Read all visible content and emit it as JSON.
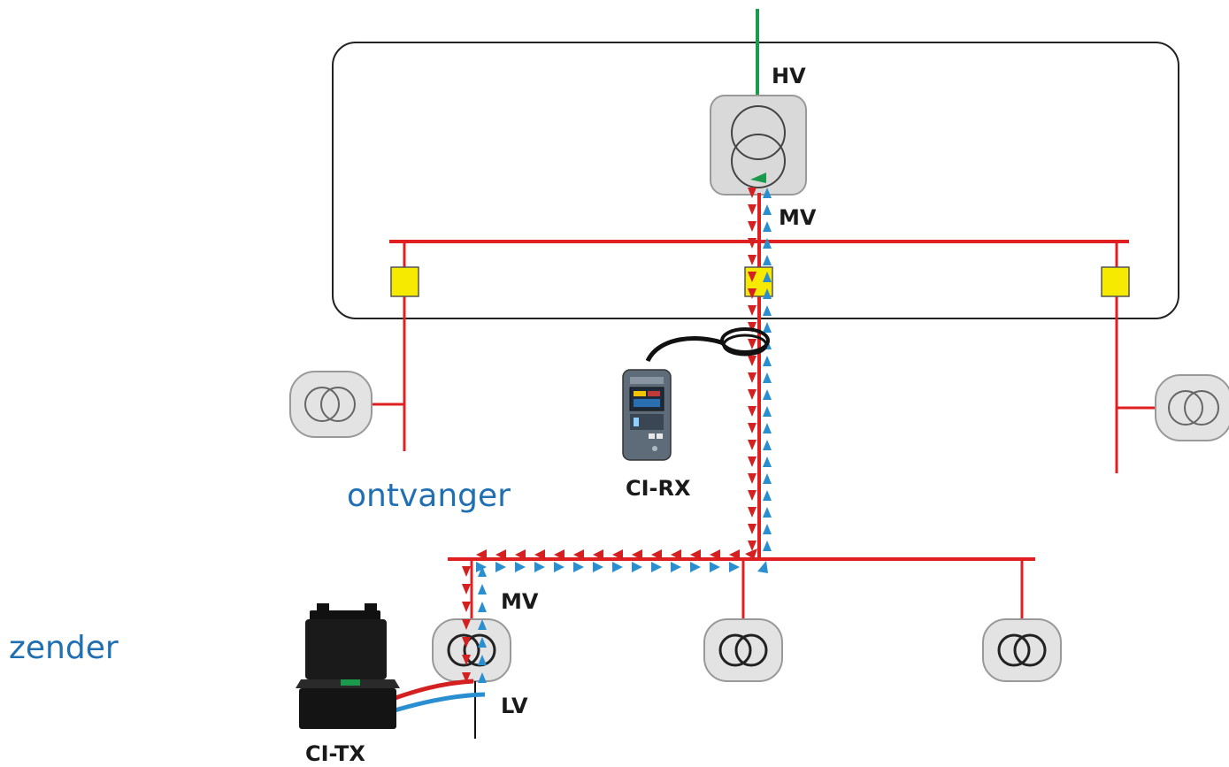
{
  "labels": {
    "hv": "HV",
    "mv_top": "MV",
    "mv_bottom": "MV",
    "lv": "LV",
    "ci_rx": "CI-RX",
    "ci_tx": "CI-TX",
    "receiver": "ontvanger",
    "transmitter": "zender"
  },
  "colors": {
    "mv_line": "#e02020",
    "hv_line": "#1a9a4a",
    "signal_red": "#d42020",
    "signal_blue": "#2a8fd0",
    "switch_yellow": "#f5ea00",
    "transformer_fill": "#d9d9d9",
    "label_blue": "#1f6fb2"
  },
  "icons": {
    "transformer": "transformer-icon",
    "receiver_device": "handheld-receiver-icon",
    "transmitter_device": "transmitter-case-icon",
    "current_clamp": "current-clamp-icon",
    "switch": "switch-box-icon"
  }
}
